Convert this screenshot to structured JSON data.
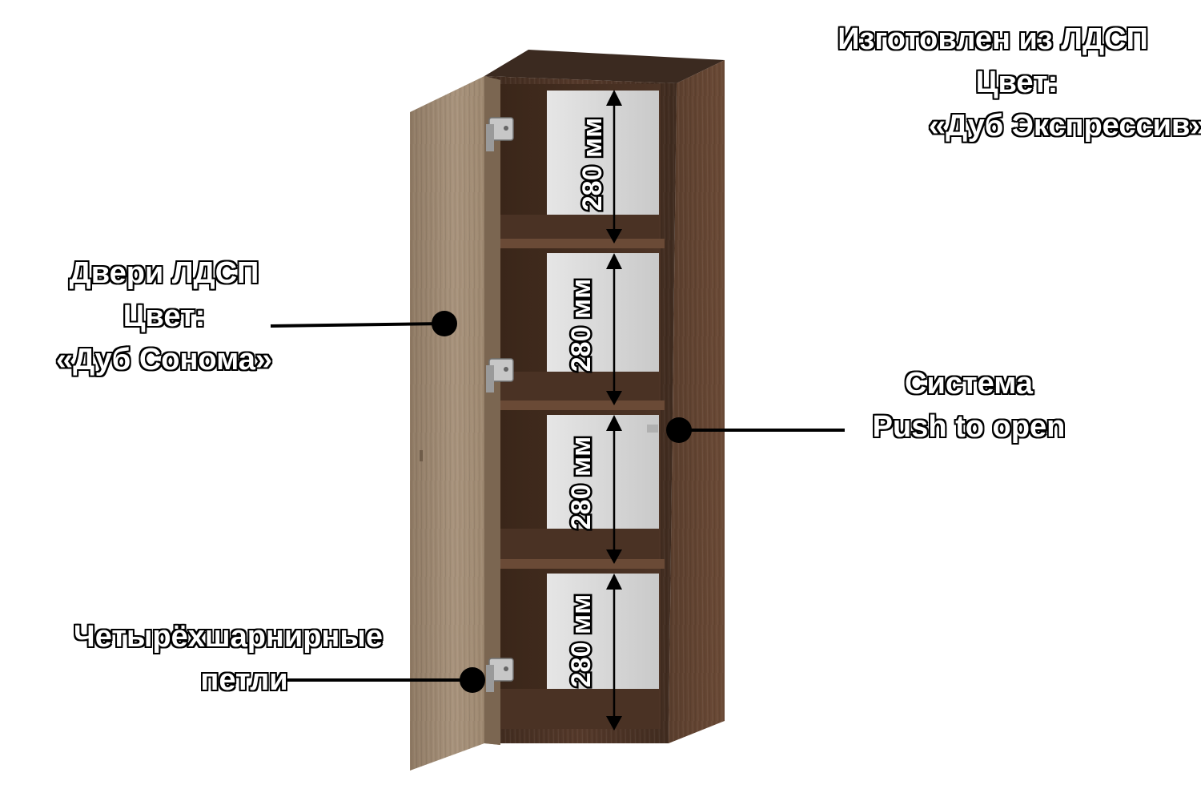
{
  "material_caption": {
    "line1": "Изготовлен из ЛДСП",
    "line2": "Цвет:",
    "line3": "«Дуб Экспрессив»"
  },
  "doors_caption": {
    "line1": "Двери ЛДСП",
    "line2": "Цвет:",
    "line3": "«Дуб Сонома»"
  },
  "push_caption": {
    "line1": "Система",
    "line2": "Push to open"
  },
  "hinges_caption": {
    "line1": "Четырёхшарнирные",
    "line2": "петли"
  },
  "shelf_dimensions": [
    "280 мм",
    "280 мм",
    "280 мм",
    "280 мм"
  ],
  "colors": {
    "body_dark_oak": "#4a3426",
    "door_sonoma_oak": "#a08b74",
    "interior_back": "#d8d8d8",
    "leader_line": "#000000"
  }
}
